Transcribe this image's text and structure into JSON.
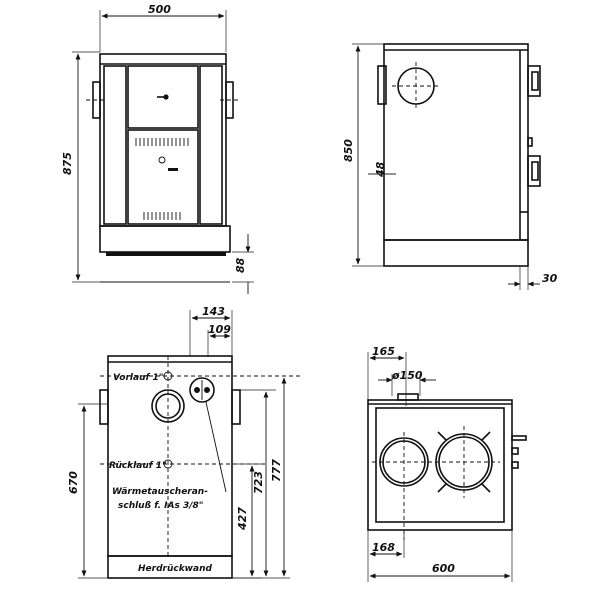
{
  "front_view": {
    "width_label": "500",
    "height_label": "875",
    "base_label": "88"
  },
  "side_view": {
    "height_label": "850",
    "offset_label": "48",
    "foot_label": "30"
  },
  "rear_view": {
    "offset1_label": "143",
    "offset2_label": "109",
    "vorlauf_label": "Vorlauf 1\"",
    "ruecklauf_label": "Rücklauf 1\"",
    "waermetauscher_line1": "Wärmetauscheran-",
    "waermetauscher_line2": "schluß f. IAs 3/8\"",
    "herdrueckwand_label": "Herdrückwand",
    "h670_label": "670",
    "h427_label": "427",
    "h723_label": "723",
    "h777_label": "777"
  },
  "top_view": {
    "w165_label": "165",
    "dia150_label": "ø150",
    "w168_label": "168",
    "w600_label": "600"
  }
}
